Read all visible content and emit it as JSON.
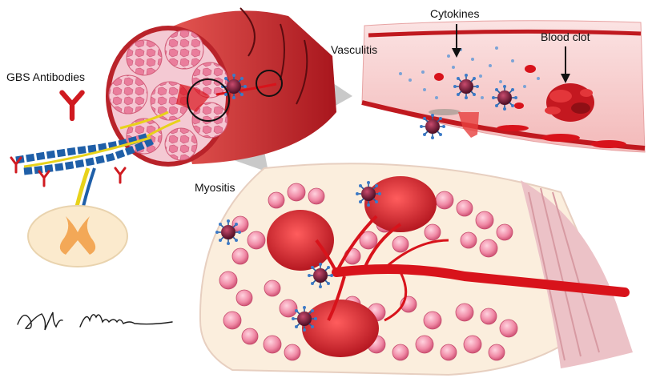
{
  "labels": {
    "gbs_antibodies": "GBS Antibodies",
    "vasculitis": "Vasculitis",
    "cytokines": "Cytokines",
    "blood_clot": "Blood clot",
    "myositis": "Myositis"
  },
  "signature": "Ali Mian",
  "colors": {
    "muscle_outer": "#c92a2f",
    "fascicle": "#f29ab0",
    "vessel": "#d8131b",
    "nerve_blue": "#1f5fa8",
    "nerve_yellow": "#e8d21a",
    "arrow_gray": "#c9c9c9",
    "antibody": "#d01a20"
  }
}
